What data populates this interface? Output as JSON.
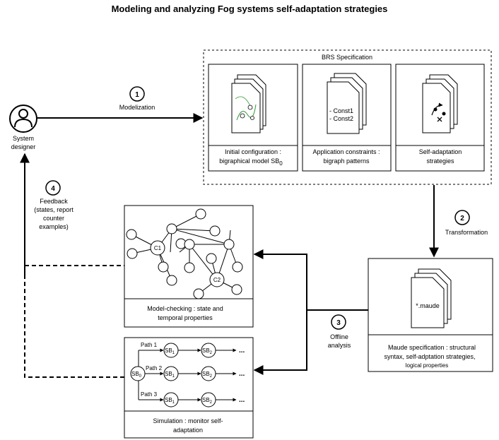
{
  "title": "Modeling and analyzing Fog systems self-adaptation strategies",
  "actor": {
    "line1": "System",
    "line2": "designer"
  },
  "steps": {
    "s1": {
      "num": "1",
      "label": "Modelization"
    },
    "s2": {
      "num": "2",
      "label": "Transformation"
    },
    "s3": {
      "num": "3",
      "label1": "Offline",
      "label2": "analysis"
    },
    "s4": {
      "num": "4",
      "label1": "Feedback",
      "label2": "(states, report",
      "label3": "counter",
      "label4": "examples)"
    }
  },
  "brs": {
    "title": "BRS Specification",
    "initial": {
      "line1": "Initial configuration :",
      "line2_prefix": "bigraphical model SB",
      "line2_sub": "0"
    },
    "constraints": {
      "line1": "Application constraints :",
      "line2": "bigraph patterns",
      "doc1": "- Const1",
      "doc2": "- Const2"
    },
    "strategies": {
      "line1": "Self-adaptation",
      "line2": "strategies"
    }
  },
  "maude": {
    "doc": "*.maude",
    "line1": "Maude specification :  structural",
    "line2": "syntax, self-adptation strategies,",
    "line3": "logical properties"
  },
  "model_checking": {
    "line1": "Model-checking : state and",
    "line2": "temporal properties",
    "c1": "C1",
    "c2": "C2"
  },
  "simulation": {
    "line1": "Simulation : monitor self-",
    "line2": "adaptation",
    "root": "SB",
    "root_sub": "0",
    "node": "SB",
    "sub1": "1",
    "sub2": "2",
    "paths": [
      "Path 1",
      "Path 2",
      "Path 3"
    ],
    "ellipsis": "..."
  }
}
